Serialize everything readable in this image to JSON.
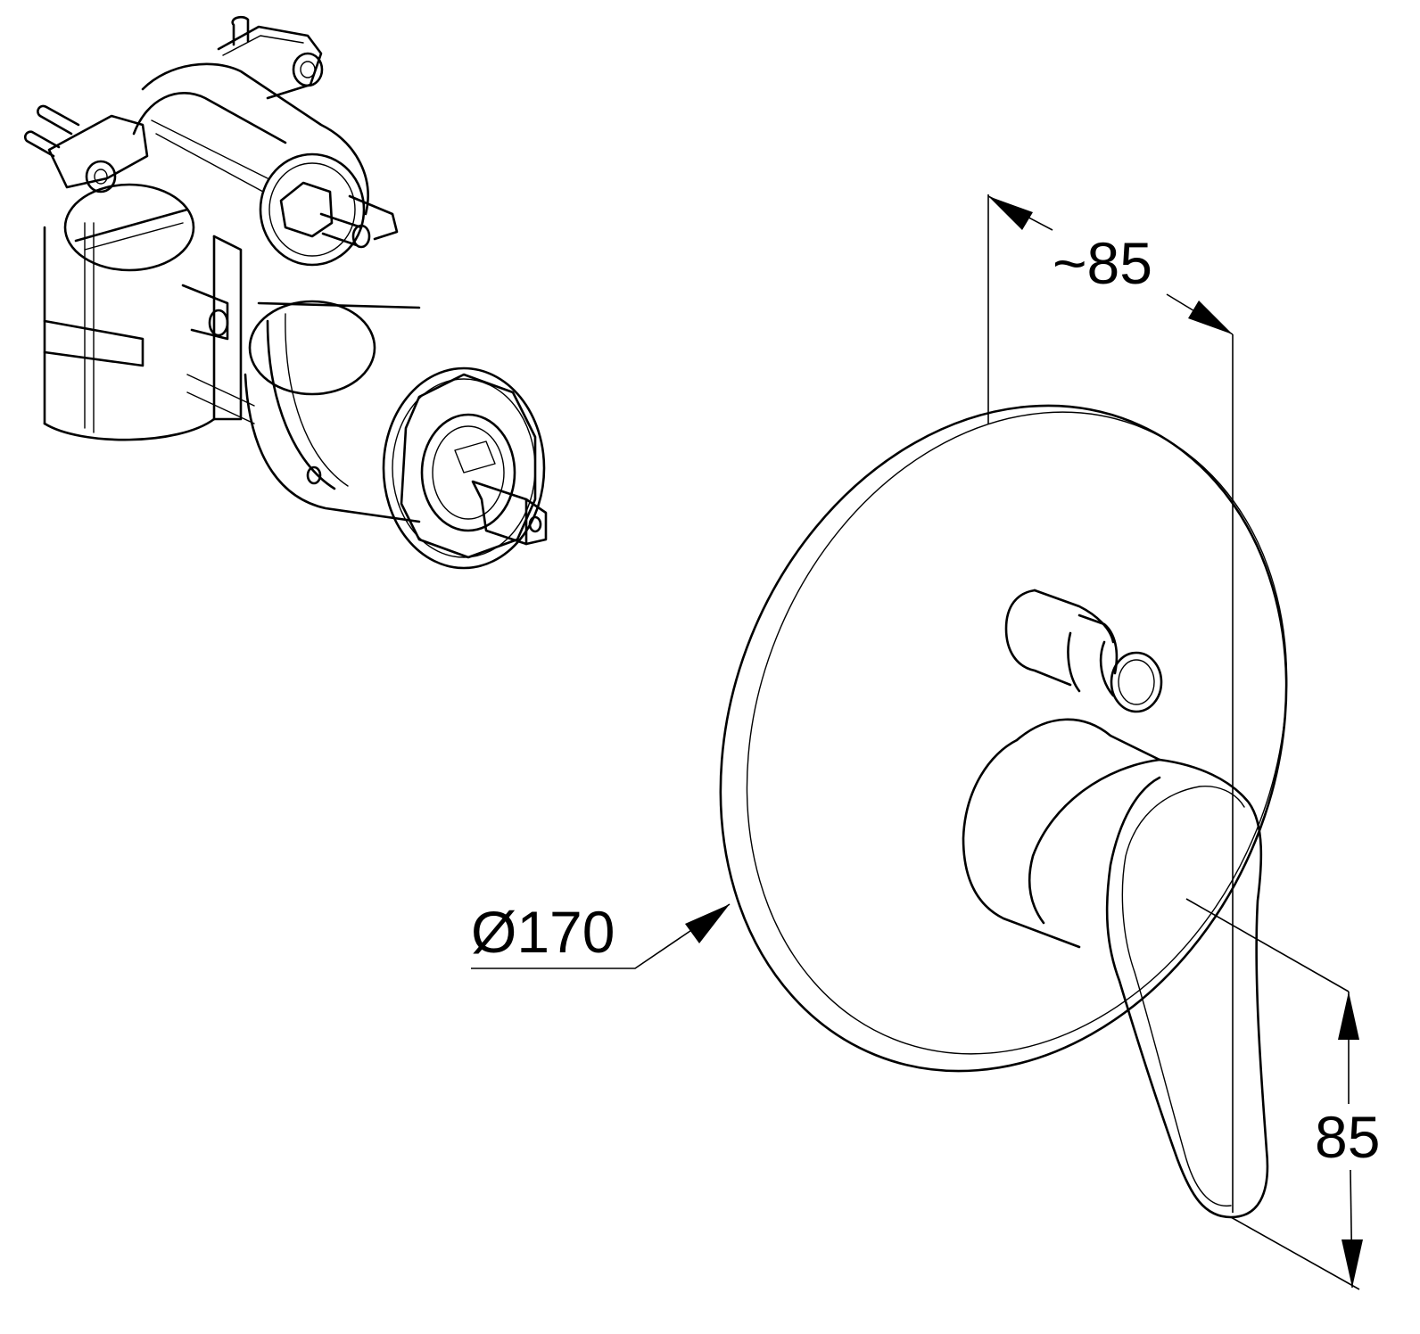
{
  "dimensions": {
    "depth_label": "~85",
    "diameter_label": "Ø170",
    "lever_length_label": "85"
  },
  "components": {
    "valve_body": "concealed-valve-body",
    "trim": "escutcheon-plate-with-lever-and-diverter"
  }
}
